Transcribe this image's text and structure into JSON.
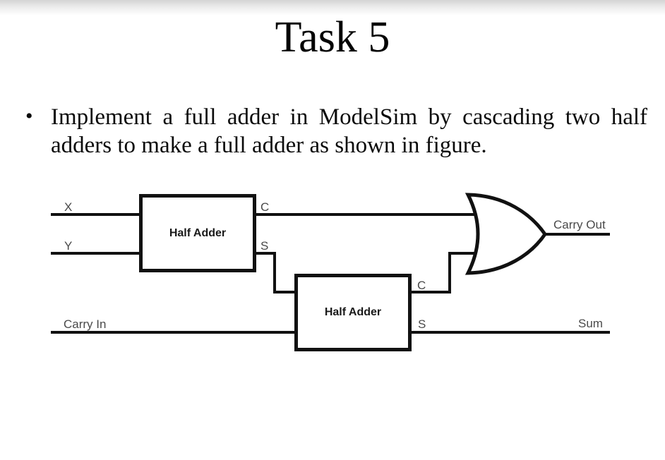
{
  "slide": {
    "title": "Task 5",
    "bullet": {
      "marker": "•",
      "line1": "Implement a full adder in ModelSim by cascading two half",
      "line2": "adders to make a full adder as shown in figure."
    }
  },
  "diagram": {
    "input_x": "X",
    "input_y": "Y",
    "input_carry_in": "Carry In",
    "half_adder_1": {
      "label": "Half Adder",
      "carry_out_port": "C",
      "sum_port": "S"
    },
    "half_adder_2": {
      "label": "Half Adder",
      "carry_out_port": "C",
      "sum_port": "S"
    },
    "gate": "or-gate",
    "output_carry_out": "Carry Out",
    "output_sum": "Sum"
  }
}
